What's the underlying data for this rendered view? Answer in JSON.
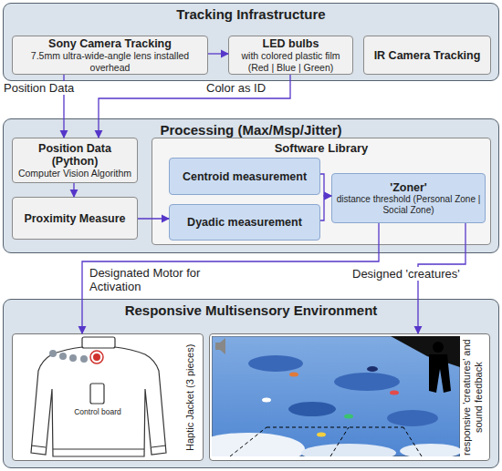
{
  "diagram": {
    "nodes": [
      {
        "text": [
          "Tracking Infrastructure"
        ]
      },
      {
        "text": [
          "Sony Camera Tracking",
          "7.5mm ultra-wide-angle lens installed overhead"
        ],
        "in": 0
      },
      {
        "text": [
          "LED bulbs",
          "with colored plastic film (Red | Blue | Green)"
        ],
        "in": 0
      },
      {
        "text": [
          "IR Camera Tracking"
        ],
        "in": 0
      },
      {
        "text": [
          "Processing (Max/Msp/Jitter)"
        ]
      },
      {
        "text": [
          "Position Data (Python)",
          "Computer Vision Algorithm"
        ],
        "in": 4
      },
      {
        "text": [
          "Proximity Measure"
        ],
        "in": 4
      },
      {
        "text": [
          "Software Library"
        ],
        "in": 4
      },
      {
        "text": [
          "Centroid measurement"
        ],
        "in": 7
      },
      {
        "text": [
          "Dyadic measurement"
        ],
        "in": 7
      },
      {
        "text": [
          "'Zoner'",
          "distance threshold (Personal Zone | Social Zone)"
        ],
        "in": 7
      },
      {
        "text": [
          "Responsive Multisensory Environment"
        ]
      },
      {
        "text": [
          "Haptic Jacket (3 pieces)"
        ],
        "in": 11
      },
      {
        "text": [
          "responsive 'creatures' and sound feedback"
        ],
        "in": 11
      }
    ],
    "edges": [
      {
        "from": 1,
        "to": 2,
        "arrow": "to"
      },
      {
        "from": 1,
        "to": 5,
        "label": "Position Data",
        "arrow": "to"
      },
      {
        "from": 2,
        "to": 5,
        "label": "Color as ID",
        "arrow": "to"
      },
      {
        "from": 5,
        "to": 6,
        "arrow": "to"
      },
      {
        "from": 6,
        "to": 9,
        "arrow": "to"
      },
      {
        "from": 8,
        "to": 10,
        "arrow": "to"
      },
      {
        "from": 9,
        "to": 10,
        "arrow": "to"
      },
      {
        "from": 10,
        "to": 12,
        "label": "Designated Motor for Activation",
        "arrow": "to"
      },
      {
        "from": 10,
        "to": 13,
        "label": "Designed 'creatures'",
        "arrow": "to"
      }
    ],
    "labels": [
      "Control board"
    ]
  }
}
